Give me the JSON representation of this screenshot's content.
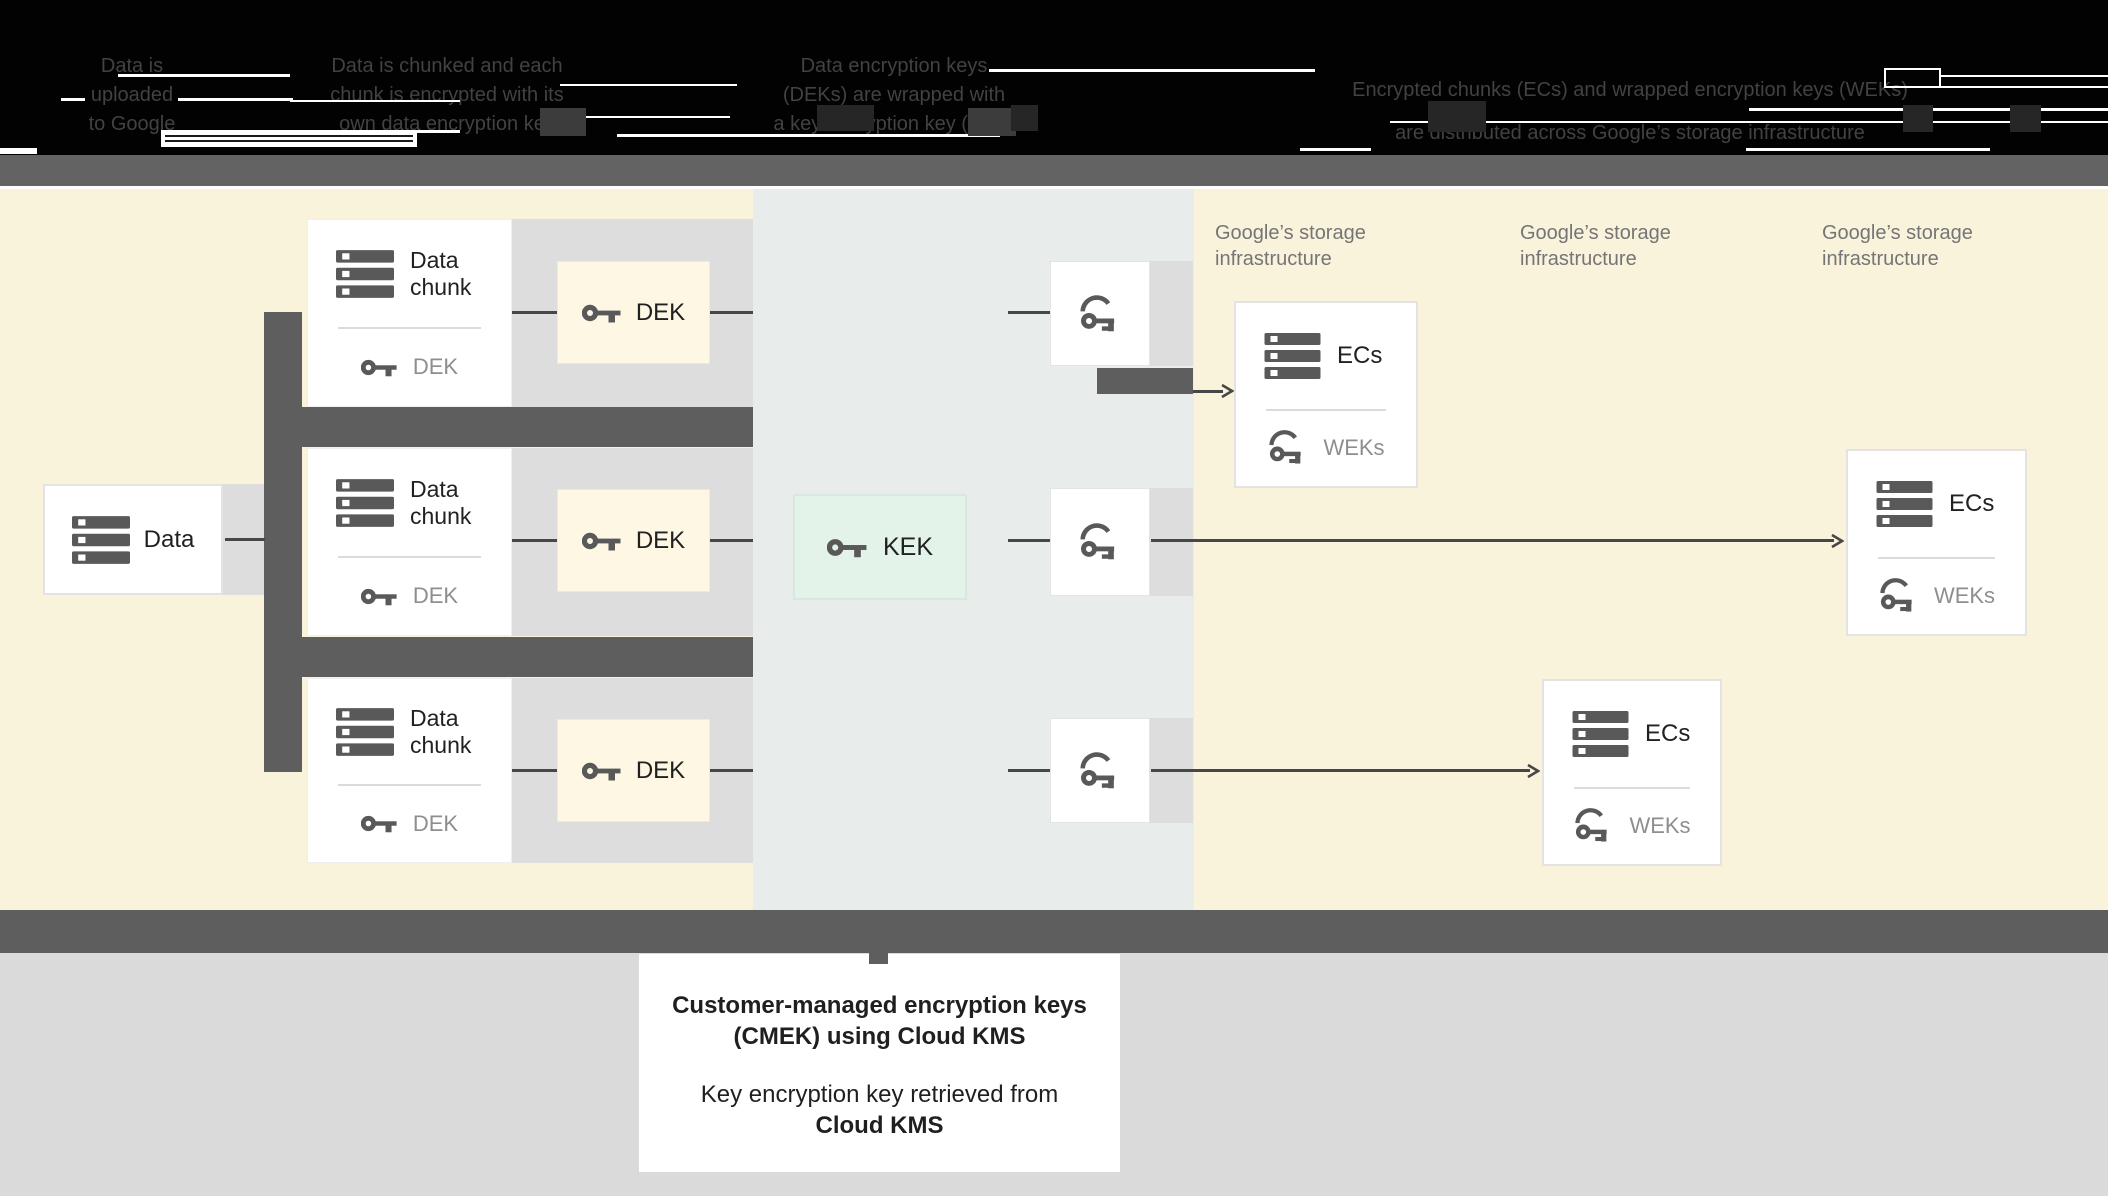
{
  "legend": {
    "items": [
      {
        "lines": [
          "Data is",
          "uploaded",
          "to Google"
        ]
      },
      {
        "lines": [
          "Data is chunked and each",
          "chunk is encrypted with its",
          "own data encryption key"
        ]
      },
      {
        "lines": [
          "Data encryption keys",
          "(DEKs) are wrapped with",
          "a key encryption key (KEK)"
        ]
      },
      {
        "lines": [
          "Encrypted chunks (ECs) and wrapped encryption keys (WEKs)",
          "are distributed across Google’s storage infrastructure"
        ]
      }
    ]
  },
  "diagram": {
    "data_box": {
      "label": "Data",
      "icon": "database-icon"
    },
    "chunk_boxes": [
      {
        "title": "Data chunk",
        "icon": "database-icon",
        "key_label": "DEK",
        "key_icon": "key-icon"
      },
      {
        "title": "Data chunk",
        "icon": "database-icon",
        "key_label": "DEK",
        "key_icon": "key-icon"
      },
      {
        "title": "Data chunk",
        "icon": "database-icon",
        "key_label": "DEK",
        "key_icon": "key-icon"
      }
    ],
    "dek_boxes": [
      {
        "label": "DEK",
        "icon": "key-icon"
      },
      {
        "label": "DEK",
        "icon": "key-icon"
      },
      {
        "label": "DEK",
        "icon": "key-icon"
      }
    ],
    "kek_box": {
      "label": "KEK",
      "icon": "key-icon"
    },
    "key_nodes": [
      {
        "icon": "wrapped-key-icon"
      },
      {
        "icon": "wrapped-key-icon"
      },
      {
        "icon": "wrapped-key-icon"
      }
    ],
    "ec_boxes": [
      {
        "title": "ECs",
        "icon": "database-icon",
        "key_label": "WEKs",
        "key_icon": "wrapped-key-icon"
      },
      {
        "title": "ECs",
        "icon": "database-icon",
        "key_label": "WEKs",
        "key_icon": "wrapped-key-icon"
      },
      {
        "title": "ECs",
        "icon": "database-icon",
        "key_label": "WEKs",
        "key_icon": "wrapped-key-icon"
      }
    ],
    "storage_labels": [
      {
        "line1": "Google’s storage",
        "line2": "infrastructure"
      },
      {
        "line1": "Google’s storage",
        "line2": "infrastructure"
      },
      {
        "line1": "Google’s storage",
        "line2": "infrastructure"
      }
    ]
  },
  "footer": {
    "note_lines": [
      "Customer-managed encryption keys",
      "(CMEK) using Cloud KMS"
    ],
    "kek_source_line": "Key encryption key retrieved from",
    "kek_source_bold": "Cloud KMS"
  },
  "colors": {
    "cream_panel": "#FAF3DC",
    "kms_panel_blue": "#E8ECEB",
    "connector_dark_gray": "#5E5E5E",
    "band_light_gray": "#DDDDDD",
    "dek_box_fill": "#FDF7E4",
    "kek_box_fill": "#E4F3EA",
    "footer_gray": "#DADADA",
    "line_color": "#474747",
    "icon_gray": "#595959",
    "muted_text": "#8E8E8E",
    "storage_text": "#757575"
  }
}
